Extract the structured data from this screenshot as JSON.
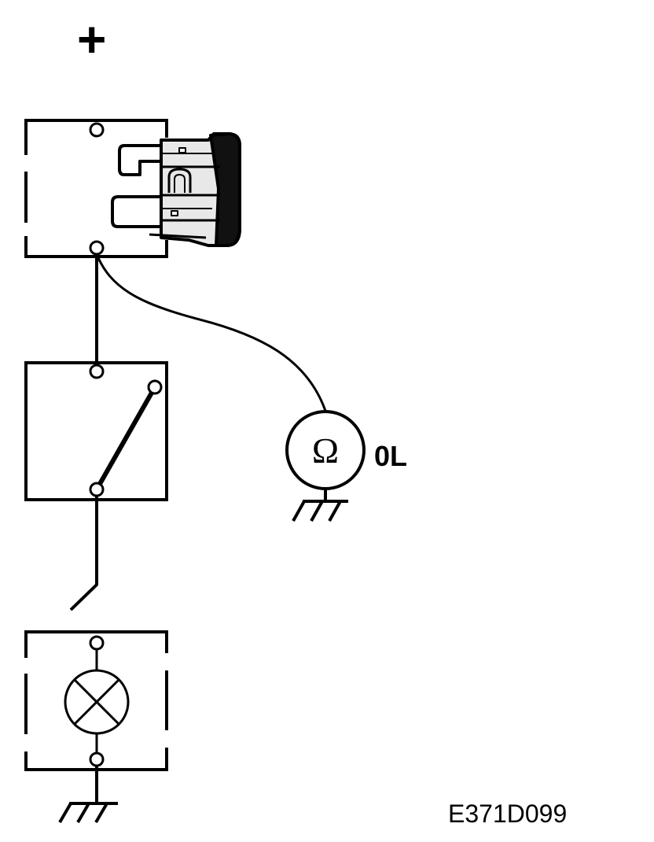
{
  "supply": {
    "symbol": "+"
  },
  "meter": {
    "unit_symbol": "Ω",
    "reading": "0L"
  },
  "figure": {
    "code": "E371D099"
  },
  "colors": {
    "line": "#000000",
    "background": "#ffffff"
  },
  "icons": [
    "fuse-icon",
    "switch-icon",
    "lamp-icon",
    "ground-icon",
    "ohmmeter-icon"
  ]
}
